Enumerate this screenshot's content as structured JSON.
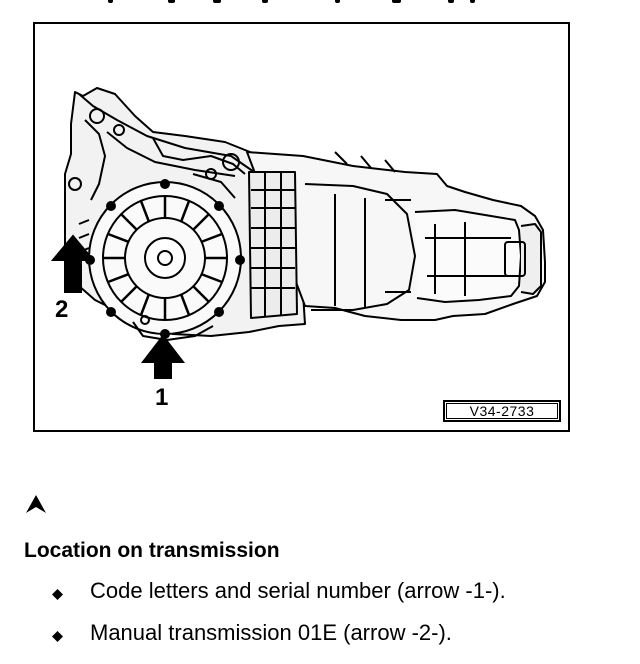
{
  "figure": {
    "callout_1": "1",
    "callout_2": "2",
    "figure_id": "V34-2733",
    "illustration_icon": "transmission-illustration"
  },
  "section": {
    "marker_icon": "figure-arrow-icon",
    "heading": "Location on transmission"
  },
  "bullets": [
    {
      "icon": "diamond-bullet-icon",
      "text": "Code letters and serial number (arrow -1-)."
    },
    {
      "icon": "diamond-bullet-icon",
      "text": "Manual transmission 01E (arrow -2-)."
    }
  ]
}
